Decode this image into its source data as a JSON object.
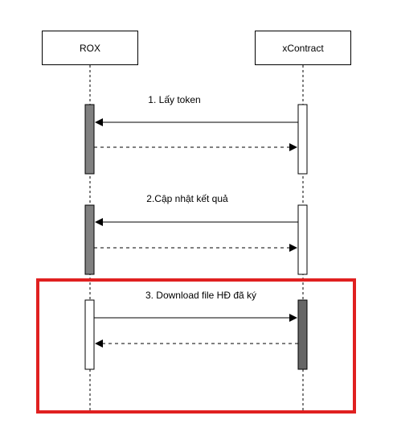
{
  "participants": {
    "left": "ROX",
    "right": "xContract"
  },
  "messages": [
    {
      "label": "1. Lấy token",
      "request_direction": "right-to-left",
      "response_direction": "left-to-right"
    },
    {
      "label": "2.Cập nhật kết quả",
      "request_direction": "right-to-left",
      "response_direction": "left-to-right"
    },
    {
      "label": "3. Download file HĐ đã ký",
      "request_direction": "left-to-right",
      "response_direction": "right-to-left"
    }
  ],
  "colors": {
    "active_bar": "#808080",
    "inactive_bar": "#ffffff",
    "line": "#000000",
    "highlight": "#e02020"
  },
  "highlighted_message": 3
}
